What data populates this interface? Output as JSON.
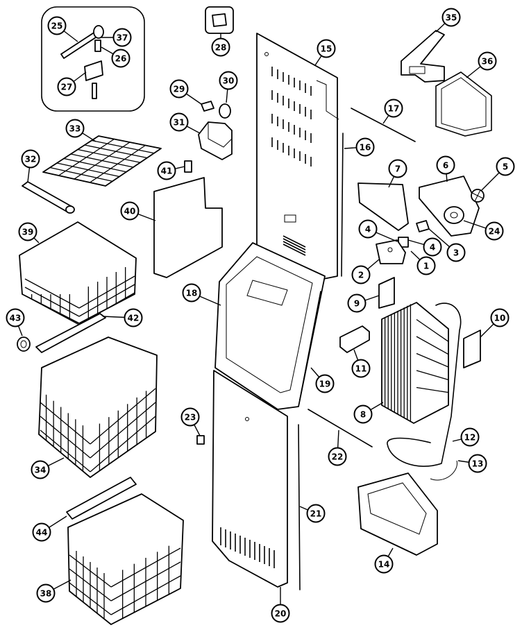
{
  "callouts": [
    "1",
    "2",
    "3",
    "4",
    "4",
    "5",
    "6",
    "7",
    "8",
    "9",
    "10",
    "11",
    "12",
    "13",
    "14",
    "15",
    "16",
    "17",
    "18",
    "19",
    "20",
    "21",
    "22",
    "23",
    "24",
    "25",
    "26",
    "27",
    "28",
    "29",
    "30",
    "31",
    "32",
    "33",
    "34",
    "35",
    "36",
    "37",
    "38",
    "38",
    "39",
    "40",
    "41",
    "42",
    "43",
    "44"
  ]
}
